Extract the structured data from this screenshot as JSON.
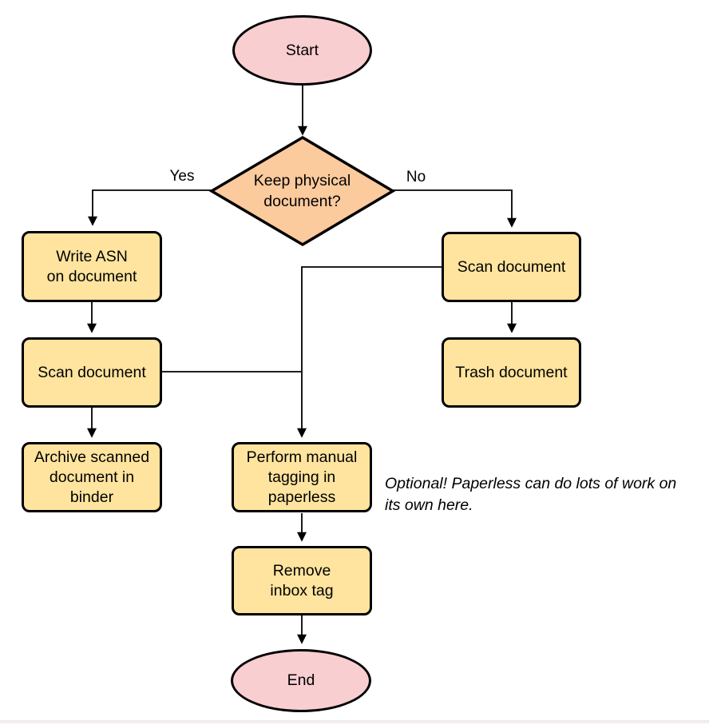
{
  "colors": {
    "pink": "#f8ced1",
    "orange": "#fbca9d",
    "yellow": "#fee49e",
    "stroke": "#000000",
    "bg": "#ffffff"
  },
  "flowchart": {
    "nodes": {
      "start": "Start",
      "decision": "Keep physical\ndocument?",
      "write_asn": "Write ASN\non document",
      "scan_left": "Scan document",
      "archive": "Archive scanned\ndocument in\nbinder",
      "scan_right": "Scan document",
      "trash": "Trash document",
      "tagging": "Perform manual\ntagging in\npaperless",
      "remove_inbox": "Remove\ninbox tag",
      "end": "End"
    },
    "edge_labels": {
      "yes": "Yes",
      "no": "No"
    },
    "note": "Optional! Paperless can do lots of work on\nits own here."
  }
}
